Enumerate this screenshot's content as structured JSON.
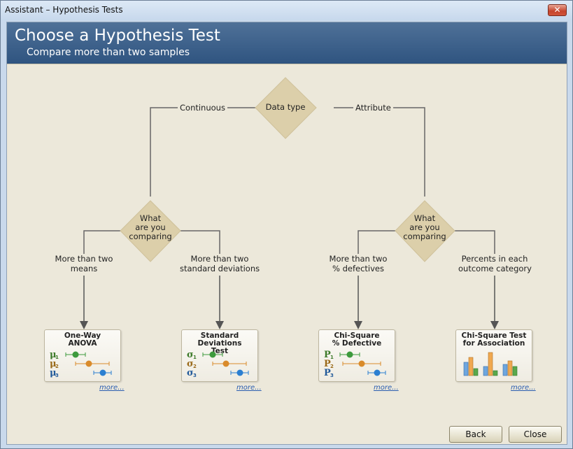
{
  "window": {
    "title": "Assistant – Hypothesis Tests",
    "close_glyph": "✕"
  },
  "header": {
    "title": "Choose a Hypothesis Test",
    "subtitle": "Compare more than two samples"
  },
  "flow": {
    "root_diamond": "Data type",
    "branch_left": "Continuous",
    "branch_right": "Attribute",
    "left_diamond": [
      "What",
      "are you",
      "comparing"
    ],
    "right_diamond": [
      "What",
      "are you",
      "comparing"
    ],
    "leaf1": [
      "More than two",
      "means"
    ],
    "leaf2": [
      "More than two",
      "standard deviations"
    ],
    "leaf3": [
      "More than two",
      "% defectives"
    ],
    "leaf4": [
      "Percents in each",
      "outcome category"
    ]
  },
  "cards": [
    {
      "title": [
        "One-Way",
        "ANOVA"
      ],
      "symbols": [
        "μ",
        "μ",
        "μ"
      ],
      "subs": [
        "1",
        "2",
        "3"
      ],
      "more": "more..."
    },
    {
      "title": [
        "Standard Deviations",
        "Test"
      ],
      "symbols": [
        "σ",
        "σ",
        "σ"
      ],
      "subs": [
        "1",
        "2",
        "3"
      ],
      "more": "more..."
    },
    {
      "title": [
        "Chi-Square",
        "% Defective"
      ],
      "symbols": [
        "P",
        "P",
        "P"
      ],
      "subs": [
        "1",
        "2",
        "3"
      ],
      "more": "more..."
    },
    {
      "title": [
        "Chi-Square Test",
        "for Association"
      ],
      "more": "more..."
    }
  ],
  "buttons": {
    "back": "Back",
    "close": "Close"
  },
  "colors": {
    "green": "#3d9a3d",
    "orange": "#d98b2b",
    "blue": "#2b7fd1",
    "diamond": "#dccfaa",
    "header": "#3a5f8a"
  }
}
